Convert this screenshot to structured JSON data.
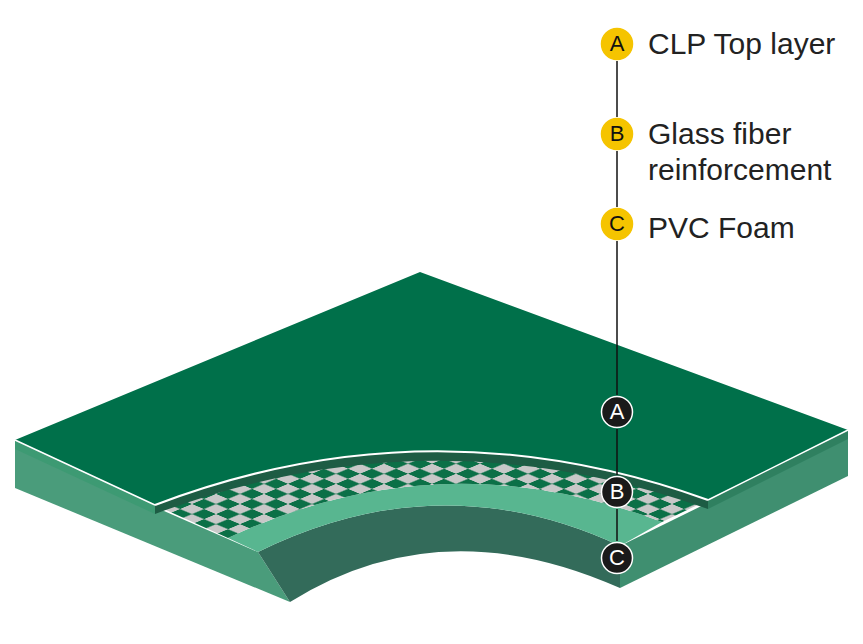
{
  "diagram": {
    "nodes": [
      {
        "text": [
          "A"
        ]
      },
      {
        "text": [
          "B"
        ]
      },
      {
        "text": [
          "C"
        ]
      },
      {
        "text": [
          "A"
        ]
      },
      {
        "text": [
          "B"
        ]
      },
      {
        "text": [
          "C"
        ]
      }
    ],
    "edges": [
      {
        "from": 0,
        "to": 1,
        "arrow": "none"
      },
      {
        "from": 1,
        "to": 2,
        "arrow": "none"
      },
      {
        "from": 2,
        "to": 3,
        "arrow": "none"
      },
      {
        "from": 3,
        "to": 4,
        "arrow": "none"
      },
      {
        "from": 4,
        "to": 5,
        "arrow": "none"
      }
    ],
    "labels": [
      "CLP Top layer",
      "Glass fiber reinforcement",
      "PVC Foam"
    ]
  }
}
